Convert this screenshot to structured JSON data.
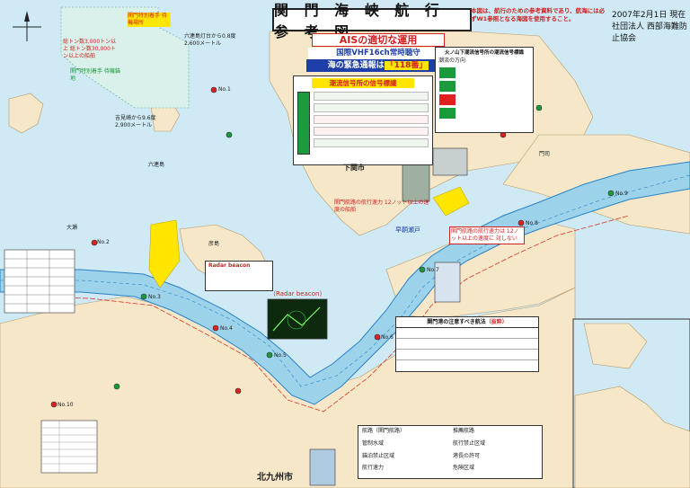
{
  "title": "関 門 海 峡 航 行 参 考 図",
  "red_note": "本図は、航行のための参考資料であり、航海には必ずW1参照となる海図を使用すること。",
  "date": "2007年2月1日 現在",
  "publisher": "社団法人 西部海難防止協会",
  "ais": {
    "head": "AISの適切な運用",
    "vhf": "国際VHF16ch常時聴守",
    "emergency_prefix": "海の緊急通報は",
    "emergency_number": "「118番」"
  },
  "sections": {
    "signals_title": "潮流信号所の信号標識",
    "signal_station": "火ノ山下潮流信号所の潮流信号標識",
    "current_dir": "潮流の方向",
    "radar_beacon_label": "Radar beacon",
    "radar_beacon_title": "（Radar beacon）",
    "notice_title": "関門港の注意すべき航法",
    "notice_subtitle": "（抜粋）"
  },
  "places": {
    "shimonoseki": "下関市",
    "kitakyushu": "北九州市",
    "mutsure": "六連島",
    "daisho": "大瀬",
    "hikoshima": "彦島",
    "moji": "門司"
  },
  "notes": {
    "rokuren": "六連島灯台から0.8度 2,600メートル",
    "yoshimi": "吉見崎から9.6度 2,900メートル",
    "sea_area": "関門特別着手 待機場所",
    "tanker": "総トン数3,000トン以上 総トン数30,000トン以上の船舶",
    "anchorage": "関門特別着手 待機錨地",
    "speed_1": "関門航路の航行速力 12ノット以上の速度の船舶",
    "speed_2": "関門航路の航行速力は 12ノット以上の速度に 対しない",
    "shin": "早鞆瀬戸"
  },
  "buoys": {
    "b1": "No.1",
    "b2": "No.2",
    "b3": "No.3",
    "b4": "No.4",
    "b5": "No.5",
    "b6": "No.6",
    "b7": "No.7",
    "b8": "No.8",
    "b9": "No.9",
    "b10": "No.10"
  },
  "legend_items": [
    "航路（関門航路）",
    "推薦航路",
    "管制水域",
    "航行禁止区域",
    "錨泊禁止区域",
    "港長の許可",
    "航行速力",
    "危険区域"
  ],
  "colors": {
    "sea": "#cfeaf5",
    "channel": "#9cd2ea",
    "land": "#f5e7c8",
    "channel_edge": "#2b83c6",
    "route_red": "#d93a2a",
    "yellow": "#ffe600"
  }
}
